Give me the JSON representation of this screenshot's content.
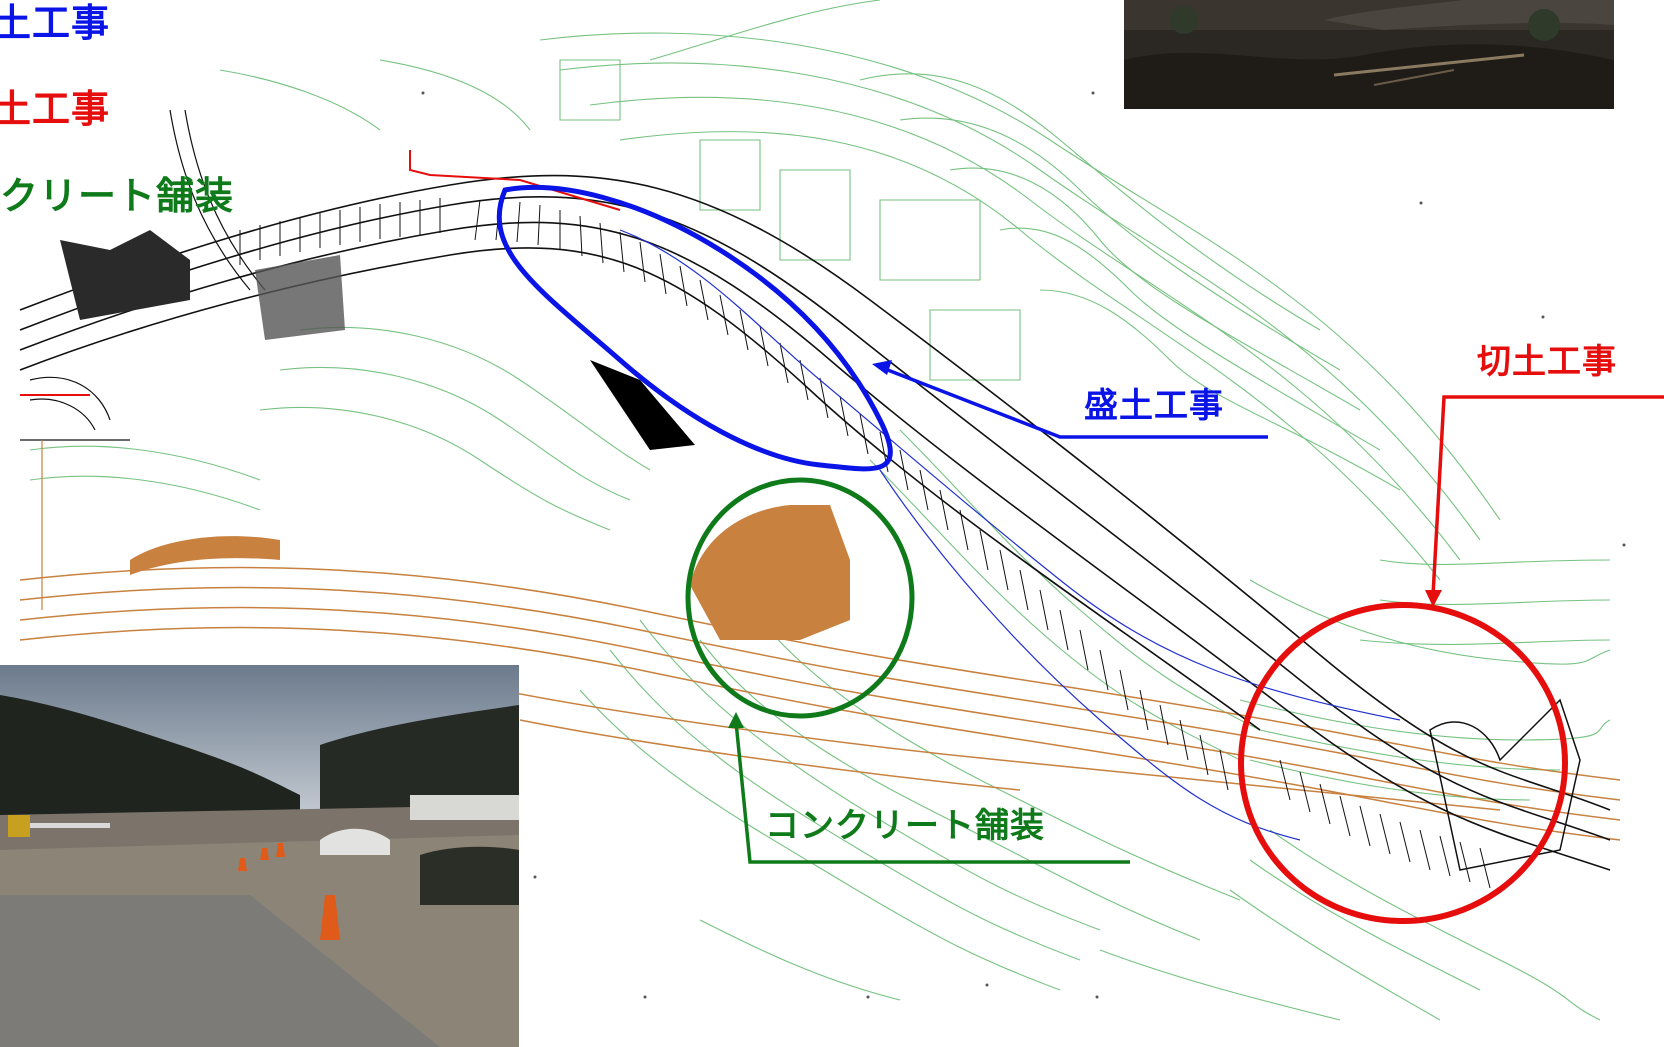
{
  "legend": {
    "embankment": "盛土工事",
    "cut": "切土工事",
    "paving": "コンクリート舗装"
  },
  "callouts": {
    "embankment": "盛土工事",
    "cut": "切土工事",
    "paving": "コンクリート舗装"
  },
  "colors": {
    "embankment": "#0a14e6",
    "cut": "#e60d0d",
    "paving": "#0f7a1a",
    "contour": "#5fb86a",
    "existing_road": "#c8813f",
    "alignment": "#111111"
  },
  "photos": {
    "top": "site-photo-slope",
    "bottom": "site-photo-paved-area"
  }
}
